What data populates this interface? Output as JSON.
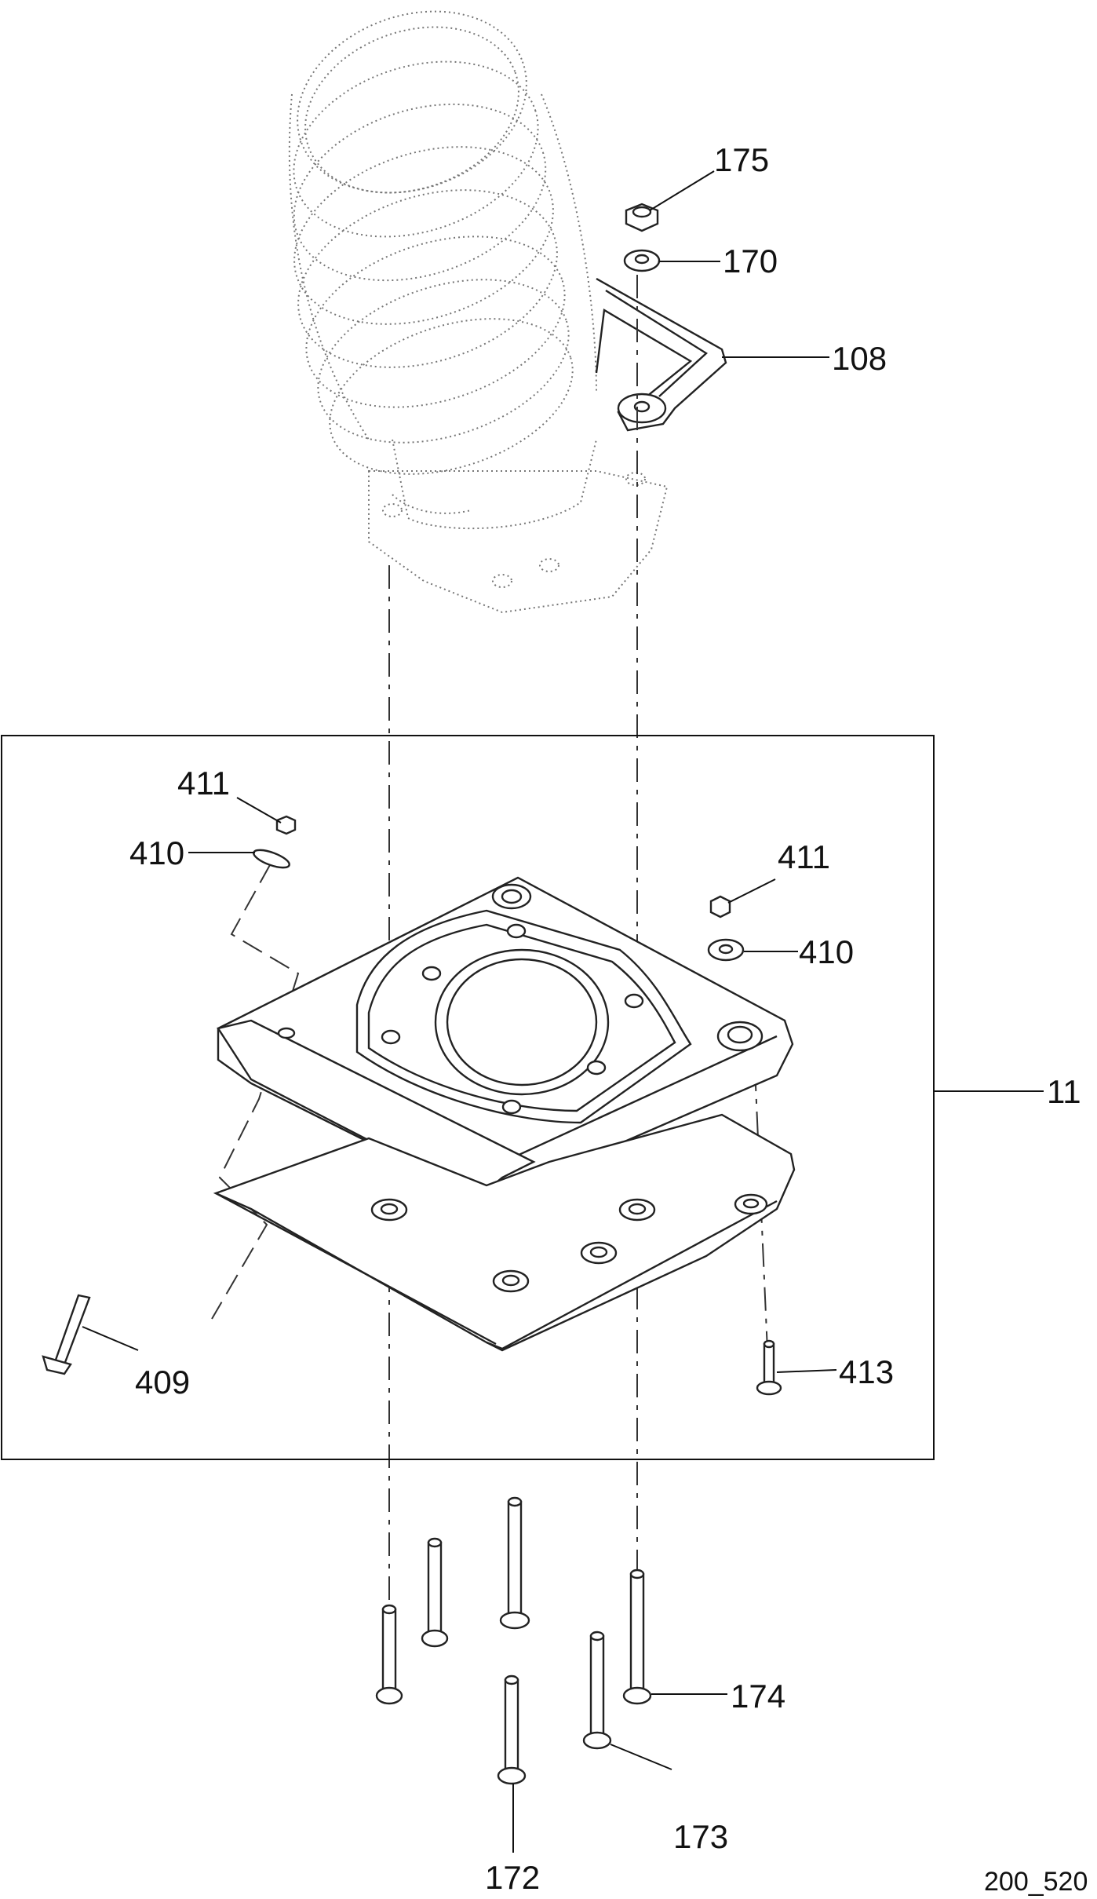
{
  "diagram": {
    "callouts": {
      "c175": "175",
      "c170": "170",
      "c108": "108",
      "c411a": "411",
      "c410a": "410",
      "c411b": "411",
      "c410b": "410",
      "c11": "11",
      "c409": "409",
      "c413": "413",
      "c174": "174",
      "c173": "173",
      "c172": "172"
    },
    "drawing_code": "200_520"
  }
}
